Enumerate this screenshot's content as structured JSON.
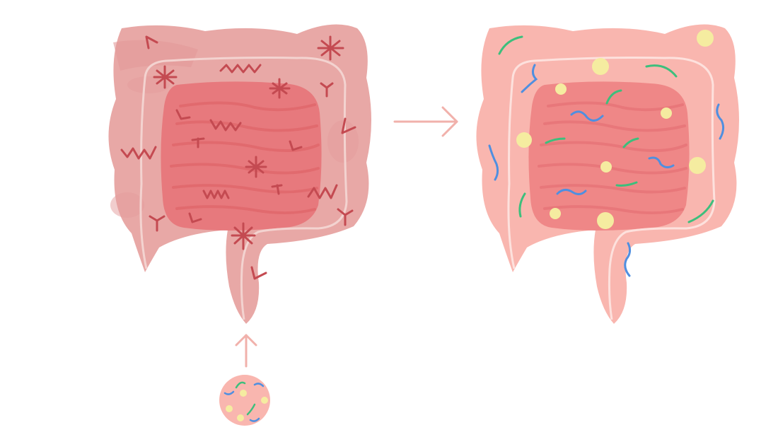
{
  "diagram": {
    "panels": [
      {
        "id": "unhealthy-gut",
        "microbe_style": "dark-red-glyphs"
      },
      {
        "id": "healthy-gut",
        "microbe_style": "colored-bacteria-and-dots"
      }
    ],
    "arrows": [
      {
        "id": "transition-arrow",
        "direction": "right"
      },
      {
        "id": "transplant-arrow",
        "direction": "up"
      }
    ],
    "sample": {
      "id": "microbiome-sample",
      "shape": "circle"
    }
  },
  "colors": {
    "sick_outer": "#e8a8a6",
    "sick_inner": "#e7797d",
    "sick_glyph": "#c44a51",
    "healthy_outer": "#f9b6af",
    "healthy_inner": "#ef8787",
    "arrow": "#f1b1ab",
    "bacteria_green": "#3dbf7c",
    "bacteria_blue": "#4f8fe0",
    "dot_yellow": "#f5eca0",
    "fold": "#dd5f63"
  }
}
